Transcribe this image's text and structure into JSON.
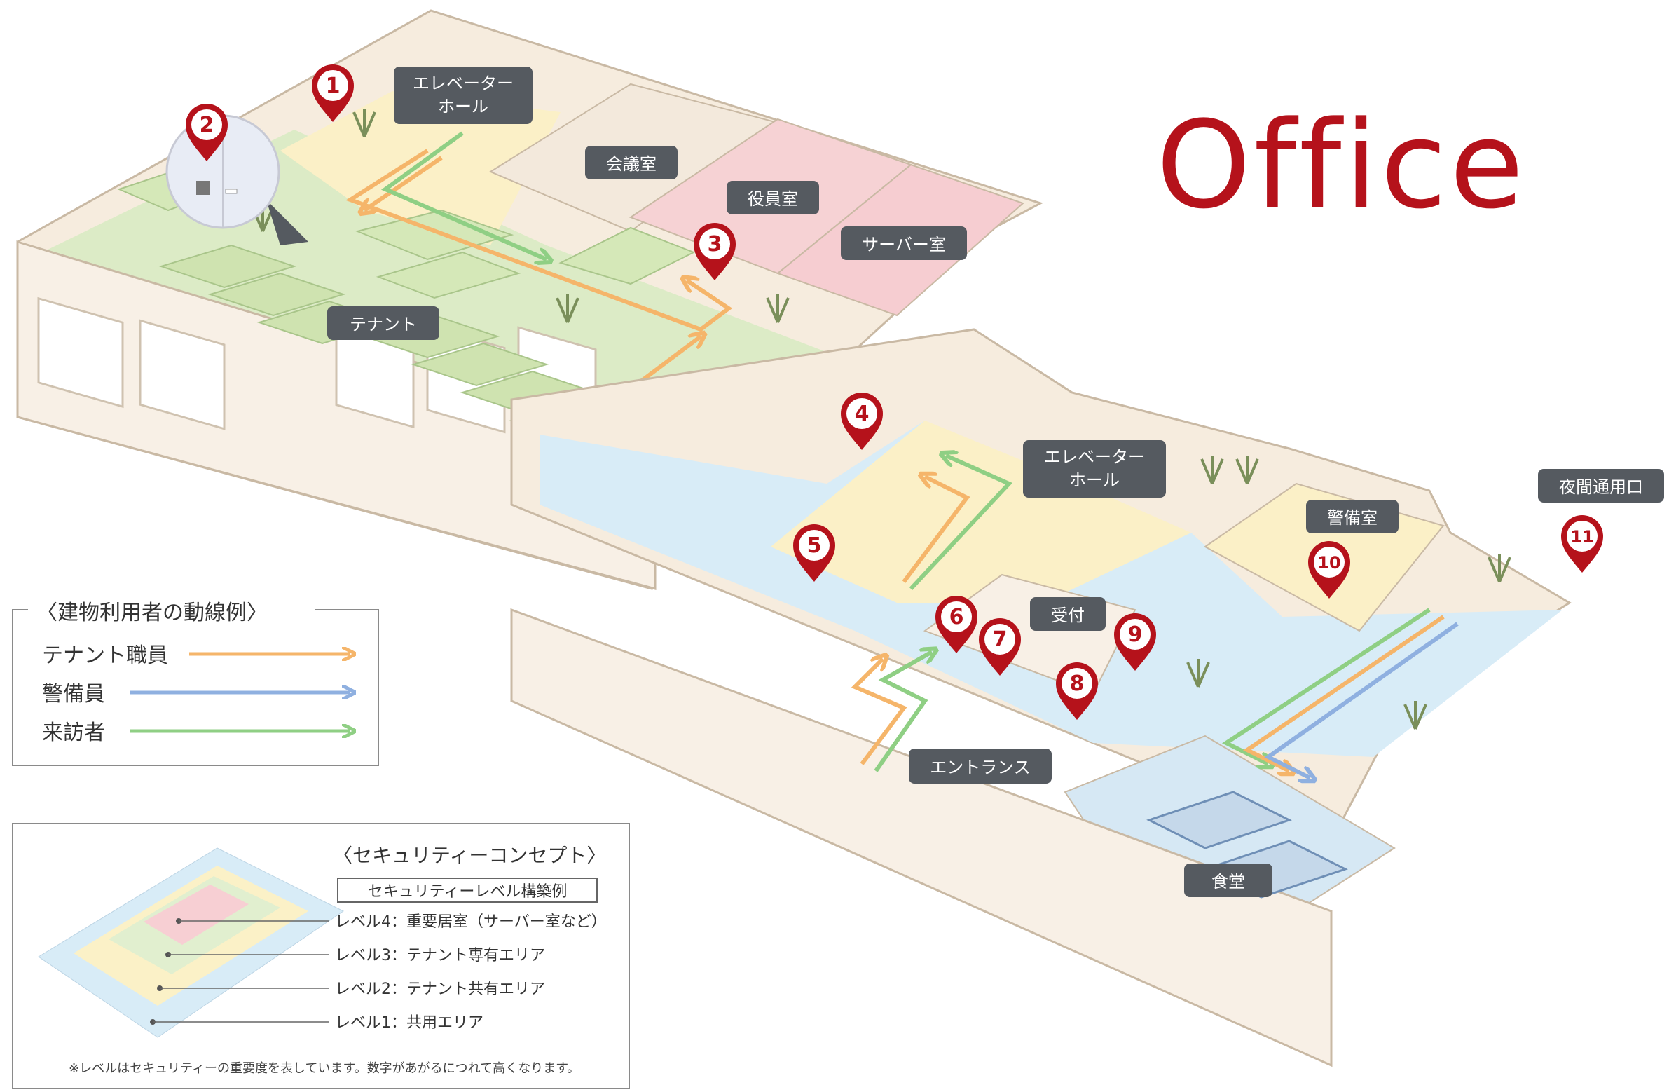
{
  "title": "Office",
  "colors": {
    "brand_red": "#b5121b",
    "tenant_staff_line": "#f5b56a",
    "guard_line": "#8fb0e0",
    "visitor_line": "#8fcf84",
    "label_bg": "#555a60",
    "level1": "#d8ecf7",
    "level2": "#fbf1c7",
    "level3": "#e1efcf",
    "level4": "#f7cfd3"
  },
  "room_labels": {
    "elevator_hall_top": [
      "エレベーター",
      "ホール"
    ],
    "meeting_room": "会議室",
    "executive_room": "役員室",
    "server_room": "サーバー室",
    "tenant": "テナント",
    "elevator_hall_mid": [
      "エレベーター",
      "ホール"
    ],
    "reception": "受付",
    "guard_room": "警備室",
    "night_entrance": "夜間通用口",
    "entrance": "エントランス",
    "cafeteria": "食堂"
  },
  "markers": [
    "1",
    "2",
    "3",
    "4",
    "5",
    "6",
    "7",
    "8",
    "9",
    "10",
    "11"
  ],
  "legend": {
    "title": "〈建物利用者の動線例〉",
    "items": [
      {
        "label": "テナント職員",
        "color": "#f5b56a"
      },
      {
        "label": "警備員",
        "color": "#8fb0e0"
      },
      {
        "label": "来訪者",
        "color": "#8fcf84"
      }
    ]
  },
  "security": {
    "title": "〈セキュリティーコンセプト〉",
    "subtitle": "セキュリティーレベル構築例",
    "levels": [
      "レベル4：重要居室（サーバー室など）",
      "レベル3：テナント専有エリア",
      "レベル2：テナント共有エリア",
      "レベル1：共用エリア"
    ],
    "note": "※レベルはセキュリティーの重要度を表しています。数字があがるにつれて高くなります。"
  }
}
